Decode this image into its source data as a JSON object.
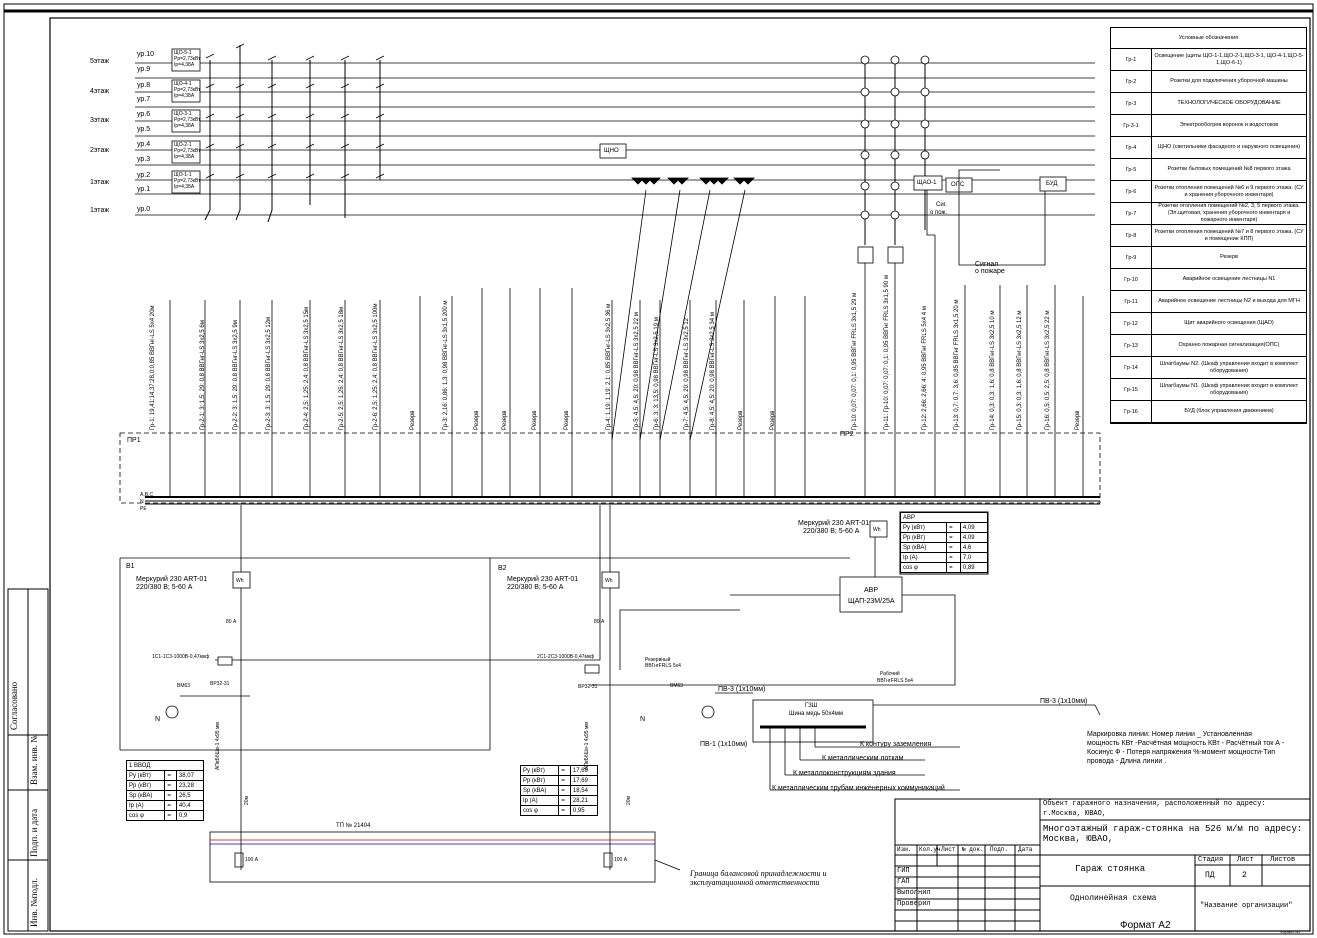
{
  "floors": [
    {
      "label": "5этаж",
      "levels": [
        "ур.10",
        "ур.9"
      ],
      "panel": "ЩО-5-1"
    },
    {
      "label": "4этаж",
      "levels": [
        "ур.8",
        "ур.7"
      ],
      "panel": "ЩО-4-1"
    },
    {
      "label": "3этаж",
      "levels": [
        "ур.6",
        "ур.5"
      ],
      "panel": "ЩО-3-1"
    },
    {
      "label": "2этаж",
      "levels": [
        "ур.4",
        "ур.3"
      ],
      "panel": "ЩО-2-1"
    },
    {
      "label": "1этаж",
      "levels": [
        "ур.2",
        "ур.1"
      ],
      "panel": "ЩО-1-1"
    },
    {
      "label": "1этаж",
      "levels": [
        "ур.0"
      ],
      "panel": ""
    }
  ],
  "panel_sub": [
    "Рр=2,73кВт",
    "Ip=4,38А"
  ],
  "labels": {
    "shno": "ЩНО",
    "shao1": "ЩАО-1",
    "ops": "ОПС",
    "bud": "БУД",
    "sig": "Сиг.",
    "opozh": "о пож.",
    "signal": "Сигнал",
    "o_pozhare": "о пожаре",
    "pr1": "ПР1",
    "pr2": "ПР2",
    "abc": "A,B,C",
    "n": "N",
    "pe": "PE",
    "v1": "В1",
    "v2": "В2",
    "meter1_a": "Меркурий 230 ART-01",
    "meter1_b": "220/380 В; 5-60 А",
    "meter2_a": "Меркурий 230 ART-01",
    "meter2_b": "220/380 В; 5-60 А",
    "meter3_a": "Меркурий 230 ART-01",
    "meter3_b": "220/380 В; 5-60 А",
    "wh": "Wh",
    "avr_a": "АВР",
    "avr_b": "ЩАП-23М/25А",
    "gzsh_a": "ГЗШ",
    "gzsh_b": "Шина медь 50х4мм",
    "pv3": "ПВ-3 (1х10мм)",
    "pv3b": "ПВ-3 (1х10мм)",
    "pv1": "ПВ-1 (1х10мм)",
    "ground1": "К контуру заземления",
    "ground2": "К металлическим лоткам",
    "ground3": "К металлоконструкциям здания",
    "ground4": "К металлическим трубам инженерных коммуникаций",
    "reserve_cable": "Резервный",
    "reserve_cable2": "ВВГнгFRLS 5х4",
    "work_cable": "Рабочий",
    "work_cable2": "ВВГнгFRLS 5х4",
    "tp": "ТП № 21404",
    "boundary1": "Граница балансовой принадлежности и",
    "boundary2": "эксплуатационной ответственности",
    "marking1": "Маркировка линии: Номер линии _ Установленная",
    "marking2": "мощность КВт -Расчётная мощность КВт - Расчётный ток А -",
    "marking3": "Косинус Ф - Потеря напряжения %-момент мощности-Тип",
    "marking4": "провода - Длина линии .",
    "breaker_80": "80 А",
    "breaker_80b": "80 А",
    "fuse_100": "100 А",
    "fuse_100b": "100 А",
    "ct1": "1С1-1С3-1000В-0,47мкф",
    "ct2": "2С1-2С3-1000В-0,47мкф",
    "feeder1": "АПвБбШв-1 4х95 мм",
    "feeder2": "АПвБбШв-1 4х95 мм",
    "len1": "20м",
    "len2": "20м",
    "vr1": "ВР32-31",
    "vr2": "ВР32-31",
    "vmk1": "ВМ63",
    "vmk2": "ВМ63",
    "n_label": "N",
    "n_label2": "N",
    "sogl": "Согласовано",
    "vzam": "Взам. инв. №",
    "podp": "Подп. и дата",
    "inv": "Инв. №подл.",
    "format": "Формат А2",
    "format_small": "Формат А1"
  },
  "groups_pr1": [
    "Гр-1: 19,41:14,37:28,0:0,85 ВВГнг-LS 5х4 20м",
    "Гр-2-1: 3: 1,5: 29: 0,8 ВВГнг-LS 3х2,5 6м",
    "Гр-2-2: 3: 1,5: 29: 0,8 ВВГнг-LS 3х2,5 9м",
    "Гр-2-3: 3: 1,5: 29: 0,8 ВВГнг-LS 3х2,5 12м",
    "Гр-2-4: 2,5: 1,25: 2,4: 0,8 ВВГнг-LS 3х2,5 15м",
    "Гр-2-5: 2,5: 1,25: 2,4: 0,8 ВВГнг-LS 3х2,5 18м",
    "Гр-2-6: 2,5: 1,25: 2,4: 0,8 ВВГнг-LS 3х2,5 100м",
    "Резерв",
    "Гр-3: 2,16: 0,86: 1,3: 0,98 ВВГнг-LS 3х1,5 200 м",
    "Резерв",
    "Резерв",
    "Резерв",
    "Резерв"
  ],
  "groups_pr2": [
    "Гр-4: 1,19: 1,19: 2,1: 0,85 ВВГнг-LS 3х2,5 36 м",
    "Гр-5: 4,5: 4,5: 20: 0,98 ВВГнг-LS 3х2,5 22 м",
    "Гр-6: 3: 3: 13,5: 0,98 ВВГнг-LS 3х2,5 19 м",
    "Гр-7: 4,5: 4,5: 20: 0,98 ВВГнг-LS 3х2,5 12",
    "Гр-8: 4,5: 4,5: 20: 0,98 ВВГнг-LS 3х2,5 34 м",
    "Резерв",
    "Резерв",
    "Гр-10: 0,07: 0,07: 0,1: 0,95 ВВГнг FRLS 3х1,5 29 м",
    "Гр-11: Гр-10: 0,07: 0,07: 0,1: 0,95 ВВГнг FRLS 3х1,5 90 м",
    "Гр-12: 2,66: 2,66: 4: 0,95 ВВГнг FRLS 5х4 4 м",
    "Гр-13: 0,7: 0,7: 3,6: 0,85 ВВГнг FRLS 3х1,5 20 м",
    "Гр-14: 0,3: 0,3: 1,6: 0,8 ВВГнг-LS 3х2,5 10 м",
    "Гр-15: 0,3: 0,3: 1,6: 0,8 ВВГнг-LS 3х2,5 12 м",
    "Гр-16: 0,5: 0,5: 2,5: 0,8 ВВГнг-LS 3х2,5 22 м",
    "Резерв"
  ],
  "table_avr": {
    "header": "АВР",
    "rows": [
      [
        "Ру (кВт)",
        "=",
        "4,09"
      ],
      [
        "Рр (кВт)",
        "=",
        "4,09"
      ],
      [
        "Sp (кВА)",
        "=",
        "4,6"
      ],
      [
        "Ip (А)",
        "=",
        "7,0"
      ],
      [
        "cos φ",
        "=",
        "0,89"
      ]
    ]
  },
  "table_input1": {
    "header": "1 ВВОД",
    "rows": [
      [
        "Ру (кВт)",
        "=",
        "38,07"
      ],
      [
        "Рр (кВт)",
        "=",
        "23,28"
      ],
      [
        "Sp (кВА)",
        "=",
        "26,5"
      ],
      [
        "Ip (А)",
        "=",
        "40,4"
      ],
      [
        "cos φ",
        "=",
        "0,9"
      ]
    ]
  },
  "table_input2": {
    "rows": [
      [
        "Ру (кВт)",
        "=",
        "17,69"
      ],
      [
        "Рр (кВт)",
        "=",
        "17,69"
      ],
      [
        "Sp (кВА)",
        "=",
        "18,54"
      ],
      [
        "Ip (А)",
        "=",
        "28,21"
      ],
      [
        "cos φ",
        "=",
        "0,95"
      ]
    ]
  },
  "legend": {
    "title": "Условные обозначения",
    "rows": [
      [
        "Гр-1",
        "Освещение (щиты ЩО-1-1,ЩО-2-1,ЩО-3-1, ЩО-4-1,ЩО-5-1,ЩО-6-1)"
      ],
      [
        "Гр-2",
        "Розетки для подключения уборочной машины"
      ],
      [
        "Гр-3",
        "ТЕХНОЛОГИЧЕСКОЕ ОБОРУДОВАНИЕ"
      ],
      [
        "Гр-3-1",
        "Электрообогрев воронок и водостоков"
      ],
      [
        "Гр-4",
        "ЩНО (светильники фасадного и наружного освещения)"
      ],
      [
        "Гр-5",
        "Розетки бытовых помещений №8 первого этажа"
      ],
      [
        "Гр-6",
        "Розетки отопления помещений №6 и 9 первого этажа. (СУ и хранения уборочного инвентаря)"
      ],
      [
        "Гр-7",
        "Розетки отопления помещений №2, 3, 5 первого этажа. (Эл.щитовая, хранения уборочного инвентаря и пожарного инвентаря)"
      ],
      [
        "Гр-8",
        "Розетки отопления помещений №7 и 8 первого этажа. (СУ и помещение КПП)"
      ],
      [
        "Гр-9",
        "Резерв"
      ],
      [
        "Гр-10",
        "Аварийное освещение лестницы N1"
      ],
      [
        "Гр-11",
        "Аварийное освещение лестницы N2 и выхода для МГН"
      ],
      [
        "Гр-12",
        "Щит аварийного освещения (ЩАО)"
      ],
      [
        "Гр-13",
        "Охранно пожарная сигнализация(ОПС)"
      ],
      [
        "Гр-14",
        "Шлагбаумы N2. (Шкаф управления входит в комплект оборудования)"
      ],
      [
        "Гр-15",
        "Шлагбаумы N1. (Шкаф управления входит в комплект оборудования)"
      ],
      [
        "Гр-16",
        "БУД (блок управления движением)"
      ]
    ]
  },
  "title_block": {
    "object1": "Объект гаражного назначения, расположенный по адресу:",
    "object2": "г.Москва, ЮВАО,",
    "project1": "Многоэтажный гараж-стоянка на 526 м/м по адресу:",
    "project2": "Москва, ЮВАО,",
    "cols": [
      "Изм.",
      "Кол.уч",
      "Лист",
      "№ док.",
      "Подп.",
      "Дата"
    ],
    "roles": [
      "ГИП",
      "ГАП",
      "Выполнил",
      "Проверил"
    ],
    "name": "Гараж стоянка",
    "stage_h": "Стадия",
    "sheet_h": "Лист",
    "sheets_h": "Листов",
    "stage": "ПД",
    "sheet": "2",
    "sheets": "",
    "drawing": "Однолинейная схема",
    "org": "\"Название организации\""
  }
}
